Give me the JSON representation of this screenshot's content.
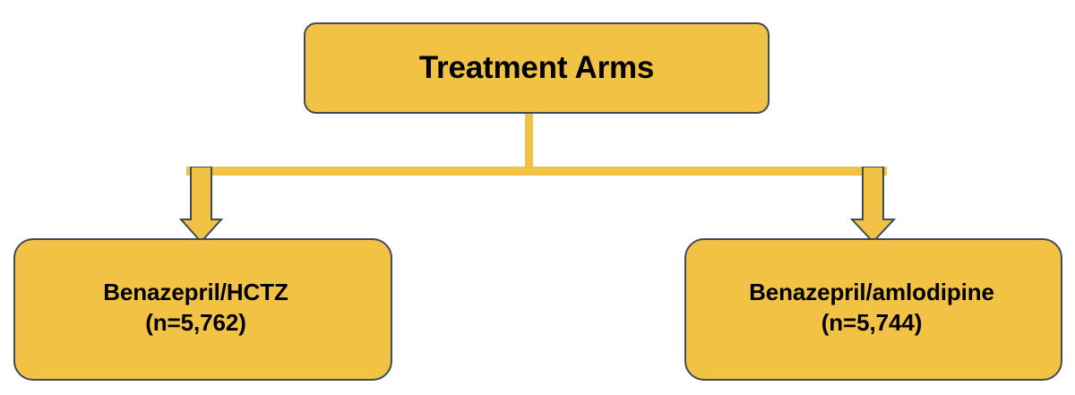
{
  "diagram": {
    "type": "flowchart",
    "title": "Treatment Arms",
    "orientation": "top-down",
    "colors": {
      "node_fill": "#F2C244",
      "node_border": "#3F4A5A",
      "connector": "#F2C244",
      "connector_outline": "#3F4A5A",
      "text": "#000000",
      "background": "#FFFFFF"
    },
    "root": {
      "label": "Treatment Arms"
    },
    "branches": [
      {
        "id": "benazepril-hctz",
        "line1": "Benazepril/HCTZ",
        "line2": "(n=5,762)",
        "drug": "Benazepril/HCTZ",
        "n": "5,762"
      },
      {
        "id": "benazepril-amlodipine",
        "line1": "Benazepril/amlodipine",
        "line2": "(n=5,744)",
        "drug": "Benazepril/amlodipine",
        "n": "5,744"
      }
    ],
    "connectors": {
      "trunk_label": "vertical-trunk",
      "bus_label": "horizontal-bus",
      "arrow_left_label": "down-arrow-to-left-branch",
      "arrow_right_label": "down-arrow-to-right-branch"
    }
  }
}
